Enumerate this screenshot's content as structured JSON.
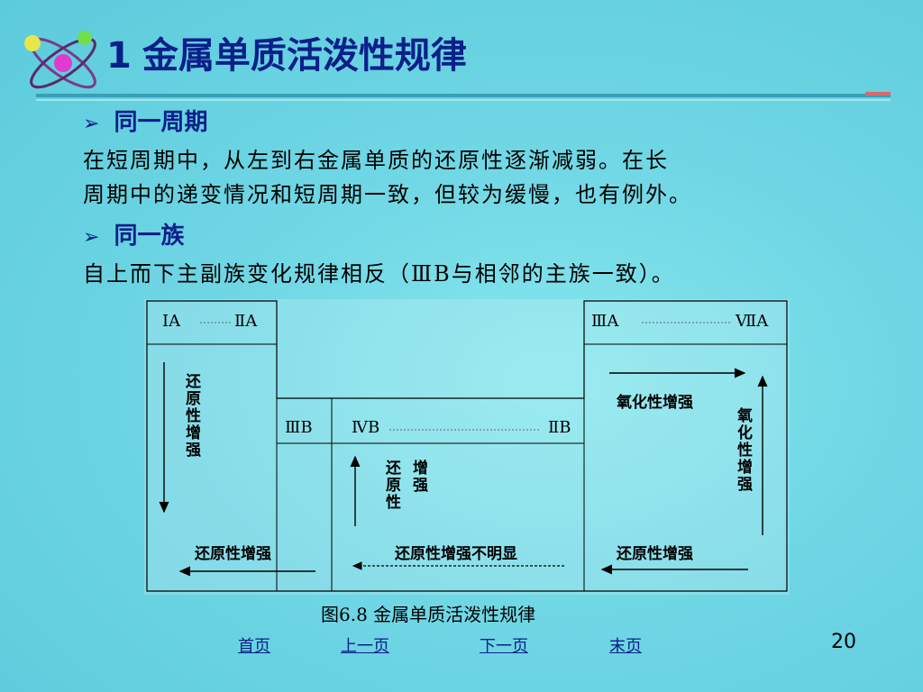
{
  "header": {
    "title_number": "1",
    "title_bold": "金属",
    "title_rest": "单质活泼性规律"
  },
  "sections": [
    {
      "heading": "同一周期",
      "lines": [
        "在短周期中，从左到右金属单质的还原性逐渐减弱。在长",
        "周期中的递变情况和短周期一致，但较为缓慢，也有例外。"
      ]
    },
    {
      "heading": "同一族",
      "lines": [
        "自上而下主副族变化规律相反（ⅢB与相邻的主族一致）。"
      ]
    }
  ],
  "diagram": {
    "group_left_start": "ⅠA",
    "group_left_end": "ⅡA",
    "group_mid_first": "ⅢB",
    "group_mid_start": "ⅣB",
    "group_mid_end": "ⅡB",
    "group_right_start": "ⅢA",
    "group_right_end": "ⅦA",
    "left_vertical": "还原性增强",
    "left_bottom": "还原性增强",
    "mid_vertical_col1": "增强",
    "mid_vertical_col2": "还原性",
    "mid_bottom": "还原性增强不明显",
    "right_top": "氧化性增强",
    "right_vertical": "氧化性增强",
    "right_bottom": "还原性增强",
    "caption": "图6.8 金属单质活泼性规律"
  },
  "nav": {
    "first": "首页",
    "prev": "上一页",
    "next": "下一页",
    "last": "末页",
    "page_number": "20"
  }
}
